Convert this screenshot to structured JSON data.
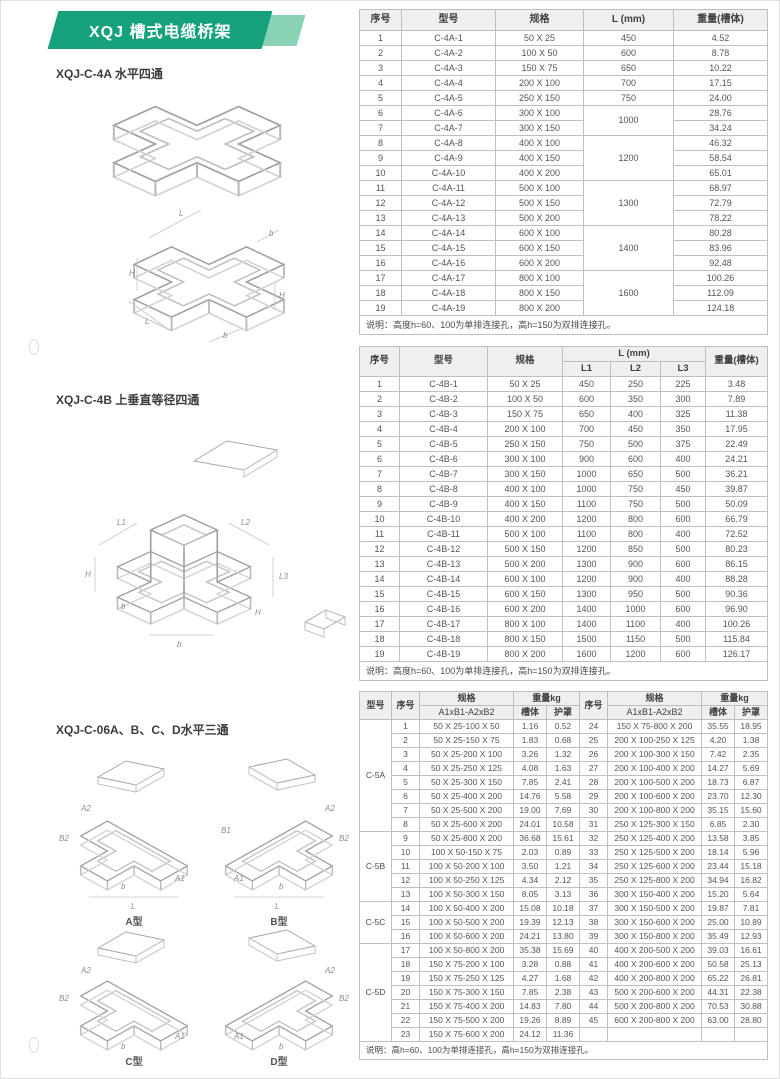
{
  "page": {
    "banner": {
      "title": "XQJ 槽式电缆桥架",
      "color": "#14a17b",
      "tail_color": "#8ad2b4"
    },
    "sections": [
      {
        "heading": "XQJ-C-4A 水平四通"
      },
      {
        "heading": "XQJ-C-4B 上垂直等径四通"
      },
      {
        "heading": "XQJ-C-06A、B、C、D水平三通"
      }
    ],
    "type_labels": [
      "A型",
      "B型",
      "C型",
      "D型"
    ]
  },
  "dim": {
    "L": "L",
    "b": "b",
    "H": "H",
    "L1": "L1",
    "L2": "L2",
    "L3": "L3",
    "A1": "A1",
    "A2": "A2",
    "B1": "B1",
    "B2": "B2"
  },
  "table1": {
    "headers": [
      "序号",
      "型号",
      "规格",
      "L (mm)",
      "重量(槽体)"
    ],
    "rows": [
      [
        "1",
        "C-4A-1",
        "50 X 25",
        "450",
        "4.52"
      ],
      [
        "2",
        "C-4A-2",
        "100 X 50",
        "600",
        "8.78"
      ],
      [
        "3",
        "C-4A-3",
        "150 X 75",
        "650",
        "10.22"
      ],
      [
        "4",
        "C-4A-4",
        "200 X 100",
        "700",
        "17.15"
      ],
      [
        "5",
        "C-4A-5",
        "250 X 150",
        "750",
        "24.00"
      ],
      [
        "6",
        "C-4A-6",
        "300 X 100",
        {
          "v": "1000",
          "rs": 2
        },
        "28.76"
      ],
      [
        "7",
        "C-4A-7",
        "300 X 150",
        null,
        "34.24"
      ],
      [
        "8",
        "C-4A-8",
        "400 X 100",
        {
          "v": "1200",
          "rs": 3
        },
        "46.32"
      ],
      [
        "9",
        "C-4A-9",
        "400 X 150",
        null,
        "58.54"
      ],
      [
        "10",
        "C-4A-10",
        "400 X 200",
        null,
        "65.01"
      ],
      [
        "11",
        "C-4A-11",
        "500 X 100",
        {
          "v": "1300",
          "rs": 3
        },
        "68.97"
      ],
      [
        "12",
        "C-4A-12",
        "500 X 150",
        null,
        "72.79"
      ],
      [
        "13",
        "C-4A-13",
        "500 X 200",
        null,
        "78.22"
      ],
      [
        "14",
        "C-4A-14",
        "600 X 100",
        {
          "v": "1400",
          "rs": 3
        },
        "80.28"
      ],
      [
        "15",
        "C-4A-15",
        "600 X 150",
        null,
        "83.96"
      ],
      [
        "16",
        "C-4A-16",
        "600 X 200",
        null,
        "92.48"
      ],
      [
        "17",
        "C-4A-17",
        "800 X 100",
        {
          "v": "1600",
          "rs": 3
        },
        "100.26"
      ],
      [
        "18",
        "C-4A-18",
        "800 X 150",
        null,
        "112.09"
      ],
      [
        "19",
        "C-4A-19",
        "800 X 200",
        null,
        "124.18"
      ]
    ],
    "note": "说明：高度h=60、100为单排连接孔，高h=150为双排连接孔。"
  },
  "table2": {
    "headers": {
      "no": "序号",
      "model": "型号",
      "spec": "规格",
      "l": "L (mm)",
      "l1": "L1",
      "l2": "L2",
      "l3": "L3",
      "weight": "重量(槽体)"
    },
    "rows": [
      [
        "1",
        "C-4B-1",
        "50 X 25",
        "450",
        "250",
        "225",
        "3.48"
      ],
      [
        "2",
        "C-4B-2",
        "100 X 50",
        "600",
        "350",
        "300",
        "7.89"
      ],
      [
        "3",
        "C-4B-3",
        "150 X 75",
        "650",
        "400",
        "325",
        "11.38"
      ],
      [
        "4",
        "C-4B-4",
        "200 X 100",
        "700",
        "450",
        "350",
        "17.95"
      ],
      [
        "5",
        "C-4B-5",
        "250 X 150",
        "750",
        "500",
        "375",
        "22.49"
      ],
      [
        "6",
        "C-4B-6",
        "300 X 100",
        "900",
        "600",
        "400",
        "24.21"
      ],
      [
        "7",
        "C-4B-7",
        "300 X 150",
        "1000",
        "650",
        "500",
        "36.21"
      ],
      [
        "8",
        "C-4B-8",
        "400 X 100",
        "1000",
        "750",
        "450",
        "39.87"
      ],
      [
        "9",
        "C-4B-9",
        "400 X 150",
        "1100",
        "750",
        "500",
        "50.09"
      ],
      [
        "10",
        "C-4B-10",
        "400 X 200",
        "1200",
        "800",
        "600",
        "66.79"
      ],
      [
        "11",
        "C-4B-11",
        "500 X 100",
        "1100",
        "800",
        "400",
        "72.52"
      ],
      [
        "12",
        "C-4B-12",
        "500 X 150",
        "1200",
        "850",
        "500",
        "80.23"
      ],
      [
        "13",
        "C-4B-13",
        "500 X 200",
        "1300",
        "900",
        "600",
        "86.15"
      ],
      [
        "14",
        "C-4B-14",
        "600 X 100",
        "1200",
        "900",
        "400",
        "88.28"
      ],
      [
        "15",
        "C-4B-15",
        "600 X 150",
        "1300",
        "950",
        "500",
        "90.36"
      ],
      [
        "16",
        "C-4B-16",
        "600 X 200",
        "1400",
        "1000",
        "600",
        "96.90"
      ],
      [
        "17",
        "C-4B-17",
        "800 X 100",
        "1400",
        "1100",
        "400",
        "100.26"
      ],
      [
        "18",
        "C-4B-18",
        "800 X 150",
        "1500",
        "1150",
        "500",
        "115.84"
      ],
      [
        "19",
        "C-4B-19",
        "800 X 200",
        "1600",
        "1200",
        "600",
        "126.17"
      ]
    ],
    "note": "说明：高度h=60、100为单排连接孔，高h=150为双排连接孔。"
  },
  "table3": {
    "headers": {
      "model": "型号",
      "no": "序号",
      "spec": "规格",
      "spec_sub": "A1xB1-A2xB2",
      "weight": "重量kg",
      "body": "槽体",
      "cover": "护罩"
    },
    "rows": [
      [
        {
          "v": "C-5A",
          "rs": 8,
          "cls": "model-cell"
        },
        "1",
        "50 X 25-100 X 50",
        "1.16",
        "0.52",
        "24",
        "150 X 75-800 X 200",
        "35.55",
        "18.95"
      ],
      [
        null,
        "2",
        "50 X 25-150 X 75",
        "1.83",
        "0.68",
        "25",
        "200 X 100-250 X 125",
        "4.20",
        "1.38"
      ],
      [
        null,
        "3",
        "50 X 25-200 X 100",
        "3.26",
        "1.32",
        "26",
        "200 X 100-300 X 150",
        "7.42",
        "2.35"
      ],
      [
        null,
        "4",
        "50 X 25-250 X 125",
        "4.08",
        "1.63",
        "27",
        "200 X 100-400 X 200",
        "14.27",
        "5.69"
      ],
      [
        null,
        "5",
        "50 X 25-300 X 150",
        "7.85",
        "2.41",
        "28",
        "200 X 100-500 X 200",
        "18.73",
        "6.87"
      ],
      [
        null,
        "6",
        "50 X 25-400 X 200",
        "14.76",
        "5.58",
        "29",
        "200 X 100-600 X 200",
        "23.70",
        "12.30"
      ],
      [
        null,
        "7",
        "50 X 25-500 X 200",
        "19.00",
        "7.69",
        "30",
        "200 X 100-800 X 200",
        "35.15",
        "15.60"
      ],
      [
        null,
        "8",
        "50 X 25-600 X 200",
        "24.01",
        "10.58",
        "31",
        "250 X 125-300 X 150",
        "6.85",
        "2.30"
      ],
      [
        {
          "v": "C-5B",
          "rs": 5,
          "cls": "model-cell"
        },
        "9",
        "50 X 25-800 X 200",
        "36.68",
        "15.61",
        "32",
        "250 X 125-400 X 200",
        "13.58",
        "3.85"
      ],
      [
        null,
        "10",
        "100 X 50-150 X 75",
        "2.03",
        "0.89",
        "33",
        "250 X 125-500 X 200",
        "18.14",
        "5.96"
      ],
      [
        null,
        "11",
        "100 X 50-200 X 100",
        "3.50",
        "1.21",
        "34",
        "250 X 125-600 X 200",
        "23.44",
        "15.18"
      ],
      [
        null,
        "12",
        "100 X 50-250 X 125",
        "4.34",
        "2.12",
        "35",
        "250 X 125-800 X 200",
        "34.94",
        "16.82"
      ],
      [
        null,
        "13",
        "100 X 50-300 X 150",
        "8.05",
        "3.13",
        "36",
        "300 X 150-400 X 200",
        "15.20",
        "5.64"
      ],
      [
        {
          "v": "C-5C",
          "rs": 3,
          "cls": "model-cell"
        },
        "14",
        "100 X 50-400 X 200",
        "15.08",
        "10.18",
        "37",
        "300 X 150-500 X 200",
        "19.87",
        "7.81"
      ],
      [
        null,
        "15",
        "100 X 50-500 X 200",
        "19.39",
        "12.13",
        "38",
        "300 X 150-600 X 200",
        "25.00",
        "10.89"
      ],
      [
        null,
        "16",
        "100 X 50-600 X 200",
        "24.21",
        "13.80",
        "39",
        "300 X 150-800 X 200",
        "35.49",
        "12.93"
      ],
      [
        {
          "v": "C-5D",
          "rs": 7,
          "cls": "model-cell"
        },
        "17",
        "100 X 50-800 X 200",
        "35.38",
        "15.69",
        "40",
        "400 X 200-500 X 200",
        "39.03",
        "16.61"
      ],
      [
        null,
        "18",
        "150 X 75-200 X 100",
        "3.28",
        "0.88",
        "41",
        "400 X 200-600 X 200",
        "50.58",
        "25.13"
      ],
      [
        null,
        "19",
        "150 X 75-250 X 125",
        "4.27",
        "1.68",
        "42",
        "400 X 200-800 X 200",
        "65.22",
        "26.81"
      ],
      [
        null,
        "20",
        "150 X 75-300 X 150",
        "7.85",
        "2.38",
        "43",
        "500 X 200-600 X 200",
        "44.31",
        "22.38"
      ],
      [
        null,
        "21",
        "150 X 75-400 X 200",
        "14.83",
        "7.80",
        "44",
        "500 X 200-800 X 200",
        "70.53",
        "30.88"
      ],
      [
        null,
        "22",
        "150 X 75-500 X 200",
        "19.26",
        "8.89",
        "45",
        "600 X 200-800 X 200",
        "63.00",
        "28.80"
      ],
      [
        null,
        "23",
        "150 X 75-600 X 200",
        "24.12",
        "11.36",
        "",
        "",
        "",
        ""
      ]
    ],
    "note": "说明：高h=60、100为单排连接孔，高h=150为双排连接孔。"
  }
}
